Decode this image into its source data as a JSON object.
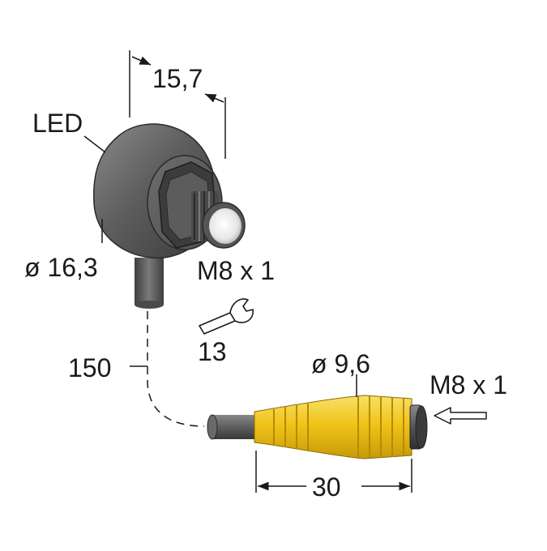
{
  "labels": {
    "led": "LED",
    "sensor_depth": "15,7",
    "sensor_diameter": "ø 16,3",
    "sensor_thread": "M8 x 1",
    "wrench_size": "13",
    "cable_length": "150",
    "connector_diameter": "ø 9,6",
    "connector_thread": "M8 x 1",
    "connector_length": "30"
  },
  "icons": {
    "wrench": "wrench-icon",
    "insertion_arrow": "arrow-left-icon"
  },
  "colors": {
    "sensor_body": "#5a5a5a",
    "connector_body": "#f0c419",
    "cable": "#5e5e5e"
  }
}
